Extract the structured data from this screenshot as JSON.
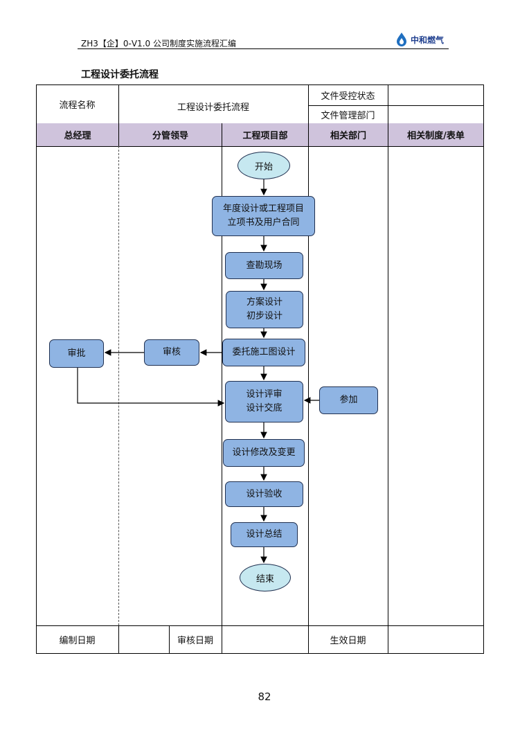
{
  "header": {
    "doc_code": "ZH3【企】0-V1.0 公司制度实施流程汇编",
    "logo_text": "中和燃气"
  },
  "title": "工程设计委托流程",
  "info_table": {
    "name_label": "流程名称",
    "name_value": "工程设计委托流程",
    "status_label": "文件受控状态",
    "dept_label": "文件管理部门"
  },
  "lanes": [
    "总经理",
    "分管领导",
    "工程项目部",
    "相关部门",
    "相关制度/表单"
  ],
  "nodes": {
    "start": "开始",
    "plan_line1": "年度设计或工程项目",
    "plan_line2": "立项书及用户合同",
    "survey": "查勘现场",
    "scheme_line1": "方案设计",
    "scheme_line2": "初步设计",
    "entrust": "委托施工图设计",
    "review_lead": "审核",
    "approve_gm": "审批",
    "design_review_line1": "设计评审",
    "design_review_line2": "设计交底",
    "participate": "参加",
    "modify": "设计修改及变更",
    "accept": "设计验收",
    "summary": "设计总结",
    "end": "结束"
  },
  "footer_row": {
    "compile_date": "编制日期",
    "audit_date": "审核日期",
    "effective_date": "生效日期"
  },
  "page_number": "82",
  "colors": {
    "lane_header_bg": "#cfc3dc",
    "process_box": "#8fb4e3",
    "terminal": "#c6e8f0",
    "logo": "#1f3f8f"
  }
}
